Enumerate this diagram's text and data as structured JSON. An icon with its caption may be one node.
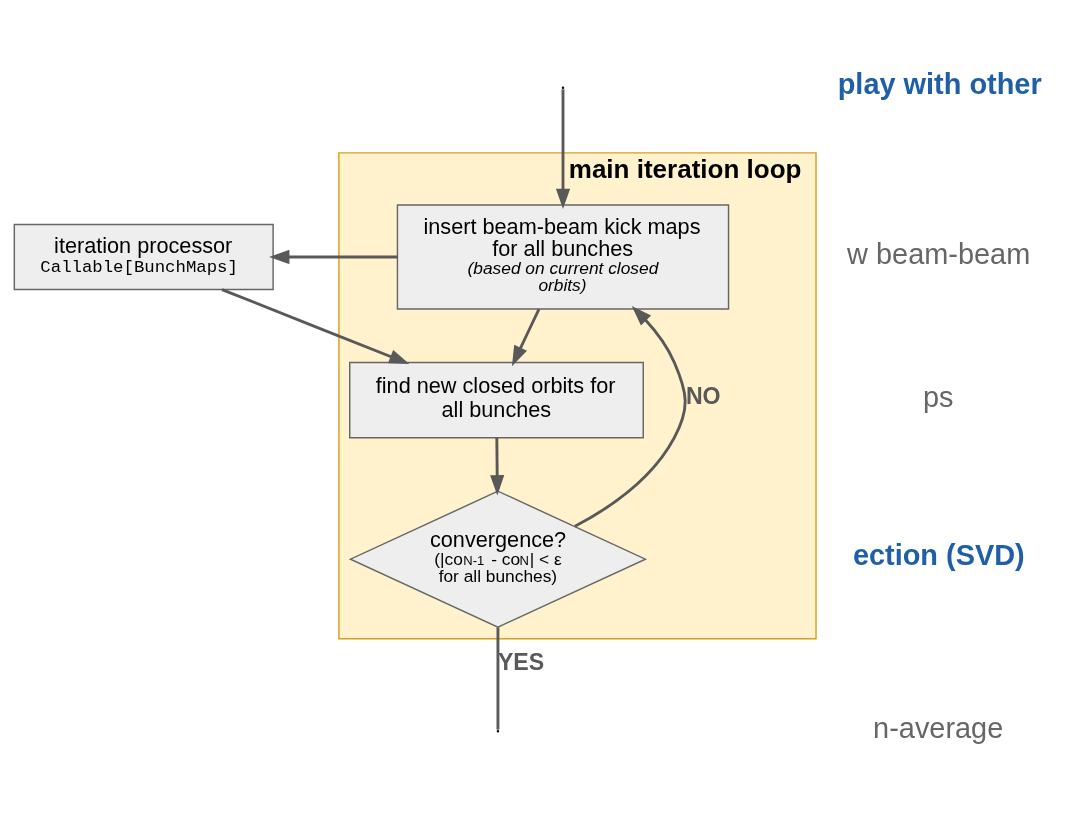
{
  "diagram": {
    "nodes": [
      {
        "text": [
          "main iteration loop"
        ]
      },
      {
        "text": [
          "insert beam-beam kick maps for all bunches",
          "(based on current closed orbits)"
        ],
        "in": 0
      },
      {
        "text": [
          "iteration processor",
          "Callable[BunchMaps]"
        ]
      },
      {
        "text": [
          "find new closed orbits for all bunches"
        ],
        "in": 0
      },
      {
        "text": [
          "convergence?",
          "(|co$_{N-1}$ - co$_{N}$| < ε for all bunches)"
        ],
        "in": 0
      }
    ],
    "edges": [
      {
        "from": null,
        "to": 1,
        "arrow": "to"
      },
      {
        "from": 1,
        "to": 2,
        "arrow": "to"
      },
      {
        "from": 1,
        "to": 3,
        "arrow": "to"
      },
      {
        "from": 2,
        "to": 3,
        "arrow": "to"
      },
      {
        "from": 3,
        "to": 4,
        "arrow": "to"
      },
      {
        "from": 4,
        "to": 1,
        "arrow": "to",
        "label": "NO"
      },
      {
        "from": 4,
        "to": null,
        "arrow": "none",
        "label": "YES"
      }
    ],
    "labels": [
      "play with other",
      "w beam-beam",
      "ps",
      "ection (SVD)",
      "n-average"
    ]
  }
}
